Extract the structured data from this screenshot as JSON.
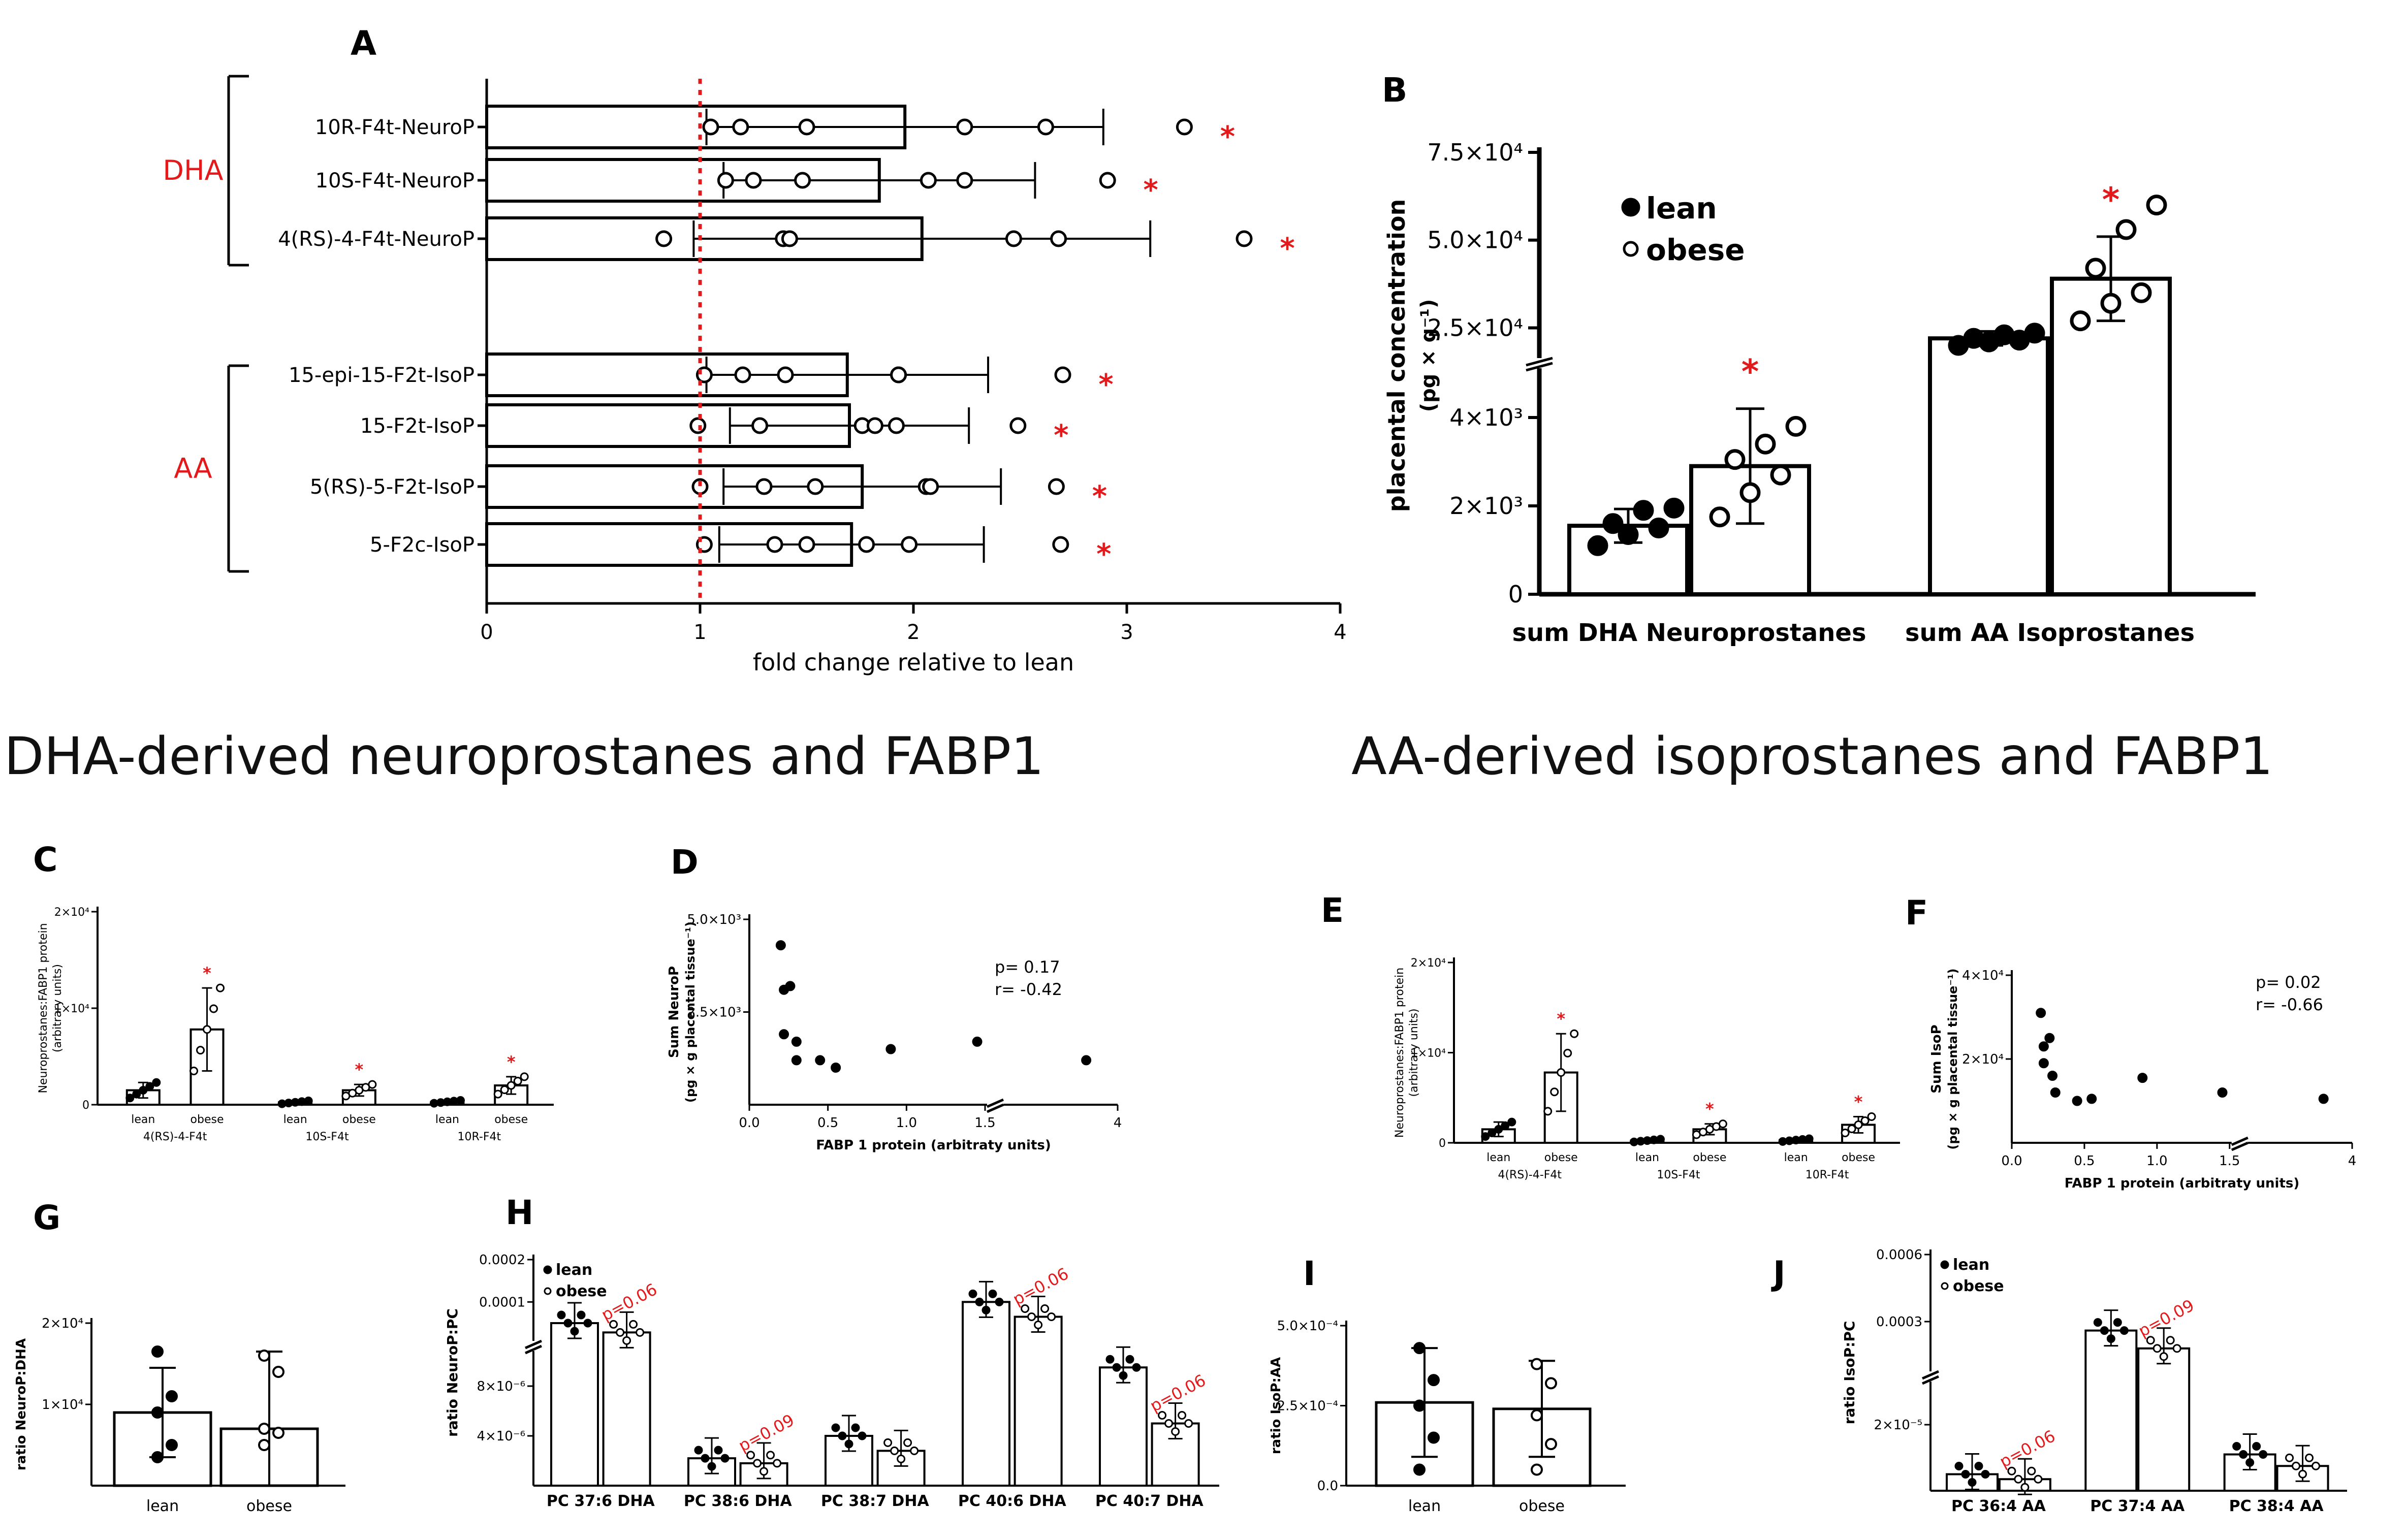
{
  "headings": {
    "dha": "DHA-derived neuroprostanes and FABP1",
    "aa": "AA-derived isoprostanes and FABP1"
  },
  "colors": {
    "significance": "#e31a1c",
    "bar_fill": "#ffffff",
    "ink": "#000000"
  },
  "legend": {
    "lean": "lean",
    "obese": "obese",
    "lean_marker": "filled-circle",
    "obese_marker": "open-circle"
  },
  "chart_data": [
    {
      "panel": "A",
      "type": "bar",
      "orientation": "horizontal",
      "xlabel": "fold change relative to lean",
      "xlim": [
        0,
        4
      ],
      "xticks": [
        "0",
        "1",
        "2",
        "3",
        "4"
      ],
      "reference_line": 1,
      "groups": [
        {
          "label": "DHA",
          "color": "#e31a1c",
          "categories": [
            "10R-F4t-NeuroP",
            "10S-F4t-NeuroP",
            "4(RS)-4-F4t-NeuroP"
          ]
        },
        {
          "label": "AA",
          "color": "#e31a1c",
          "categories": [
            "15-epi-15-F2t-IsoP",
            "15-F2t-IsoP",
            "5(RS)-5-F2t-IsoP",
            "5-F2c-IsoP"
          ]
        }
      ],
      "categories": [
        "10R-F4t-NeuroP",
        "10S-F4t-NeuroP",
        "4(RS)-4-F4t-NeuroP",
        "15-epi-15-F2t-IsoP",
        "15-F2t-IsoP",
        "5(RS)-5-F2t-IsoP",
        "5-F2c-IsoP"
      ],
      "values": [
        1.96,
        1.84,
        2.04,
        1.69,
        1.7,
        1.76,
        1.71
      ],
      "errors": [
        0.93,
        0.73,
        1.07,
        0.66,
        0.56,
        0.65,
        0.62
      ],
      "points": [
        [
          1.05,
          1.19,
          1.5,
          2.24,
          2.62,
          3.27
        ],
        [
          1.12,
          1.25,
          1.48,
          2.07,
          2.24,
          2.91
        ],
        [
          0.83,
          1.39,
          1.42,
          2.47,
          2.68,
          3.55
        ],
        [
          1.02,
          1.2,
          1.4,
          1.93,
          1.93,
          2.7
        ],
        [
          0.99,
          1.28,
          1.76,
          1.82,
          1.92,
          2.49
        ],
        [
          1.0,
          1.3,
          1.54,
          2.06,
          2.08,
          2.67
        ],
        [
          1.02,
          1.35,
          1.5,
          1.78,
          1.98,
          2.69
        ]
      ],
      "significant": [
        true,
        true,
        true,
        true,
        true,
        true,
        true
      ]
    },
    {
      "panel": "B",
      "type": "bar",
      "ylabel": "placental concentration",
      "ylabel_unit": "(pg × g⁻¹)",
      "axis_break": true,
      "yticks_lower": [
        "0",
        "2×10³",
        "4×10³"
      ],
      "yticks_upper": [
        "2.5×10⁴",
        "5.0×10⁴",
        "7.5×10⁴"
      ],
      "categories": [
        "sum DHA Neuroprostanes",
        "sum AA Isoprostanes"
      ],
      "series": [
        {
          "name": "lean",
          "values": [
            1550,
            22000
          ],
          "errors": [
            380,
            2000
          ],
          "points": [
            [
              1100,
              1350,
              1500,
              1600,
              1900,
              1950
            ],
            [
              20000,
              21000,
              21500,
              22000,
              23000,
              23500
            ]
          ]
        },
        {
          "name": "obese",
          "values": [
            2900,
            39000
          ],
          "errors": [
            1300,
            12000
          ],
          "points": [
            [
              1750,
              2300,
              2700,
              3050,
              3400,
              3800
            ],
            [
              27000,
              32000,
              35000,
              42000,
              53000,
              60000
            ]
          ]
        }
      ],
      "significant_obese": [
        true,
        true
      ]
    },
    {
      "panel": "C",
      "type": "bar",
      "ylabel": "Neuroprostanes:FABP1 protein",
      "ylabel_unit": "(arbitrary units)",
      "ylim": [
        0,
        20000
      ],
      "yticks": [
        "0",
        "1×10⁴",
        "2×10⁴"
      ],
      "groups": [
        "4(RS)-4-F4t",
        "10S-F4t",
        "10R-F4t"
      ],
      "group_labels": [
        "lean",
        "obese"
      ],
      "series": [
        {
          "name": "lean",
          "values": [
            1500,
            250,
            300
          ],
          "errors": [
            800,
            150,
            150
          ]
        },
        {
          "name": "obese",
          "values": [
            7800,
            1500,
            2000
          ],
          "errors": [
            4300,
            600,
            900
          ]
        }
      ],
      "significant_obese": [
        true,
        true,
        true
      ]
    },
    {
      "panel": "D",
      "type": "scatter",
      "xlabel": "FABP 1 protein (arbitraty units)",
      "ylabel": "Sum NeuroP",
      "ylabel_unit": "(pg × g placental tissue⁻¹)",
      "xticks": [
        "0.0",
        "0.5",
        "1.0",
        "1.5",
        "4"
      ],
      "yticks": [
        "2.5×10³",
        "5.0×10³"
      ],
      "x_axis_break": true,
      "ylim": [
        0,
        5000
      ],
      "x": [
        0.2,
        0.22,
        0.22,
        0.26,
        0.3,
        0.3,
        0.45,
        0.55,
        0.9,
        1.45,
        3.3
      ],
      "y": [
        4300,
        3100,
        1900,
        3200,
        1700,
        1200,
        1200,
        1000,
        1500,
        1700,
        1200
      ],
      "annotation": {
        "p": "p= 0.17",
        "r": "r= -0.42"
      }
    },
    {
      "panel": "E",
      "type": "bar",
      "ylabel": "Neuroprostanes:FABP1 protein",
      "ylabel_unit": "(arbitrary units)",
      "ylim": [
        0,
        20000
      ],
      "yticks": [
        "0",
        "1×10⁴",
        "2×10⁴"
      ],
      "groups": [
        "4(RS)-4-F4t",
        "10S-F4t",
        "10R-F4t"
      ],
      "group_labels": [
        "lean",
        "obese"
      ],
      "series": [
        {
          "name": "lean",
          "values": [
            1500,
            250,
            300
          ],
          "errors": [
            800,
            150,
            150
          ]
        },
        {
          "name": "obese",
          "values": [
            7800,
            1500,
            2000
          ],
          "errors": [
            4300,
            600,
            900
          ]
        }
      ],
      "significant_obese": [
        true,
        true,
        true
      ]
    },
    {
      "panel": "F",
      "type": "scatter",
      "xlabel": "FABP 1 protein (arbitraty units)",
      "ylabel": "Sum IsoP",
      "ylabel_unit": "(pg × g placental tissue⁻¹)",
      "xticks": [
        "0.0",
        "0.5",
        "1.0",
        "1.5",
        "4"
      ],
      "yticks": [
        "2×10⁴",
        "4×10⁴"
      ],
      "x_axis_break": true,
      "ylim": [
        0,
        40000
      ],
      "x": [
        0.2,
        0.22,
        0.22,
        0.26,
        0.28,
        0.3,
        0.45,
        0.55,
        0.9,
        1.45,
        3.3
      ],
      "y": [
        31000,
        23000,
        19000,
        25000,
        16000,
        12000,
        10000,
        10500,
        15500,
        12000,
        10500
      ],
      "annotation": {
        "p": "p= 0.02",
        "r": "r= -0.66"
      }
    },
    {
      "panel": "G",
      "type": "bar",
      "ylabel": "ratio NeuroP:DHA",
      "ylim": [
        0,
        20000
      ],
      "yticks": [
        "1×10⁴",
        "2×10⁴"
      ],
      "categories": [
        "lean",
        "obese"
      ],
      "values": [
        9000,
        7000
      ],
      "errors": [
        5500,
        9500
      ],
      "points": [
        [
          3500,
          5000,
          9000,
          11000,
          16500
        ],
        [
          5000,
          6500,
          7000,
          14000,
          16000
        ]
      ]
    },
    {
      "panel": "H",
      "type": "bar",
      "ylabel": "ratio NeuroP:PC",
      "axis_break": true,
      "yticks_lower": [
        "4×10⁻⁶",
        "8×10⁻⁶"
      ],
      "yticks_upper": [
        "0.0001",
        "0.0002"
      ],
      "groups": [
        "PC 37:6 DHA",
        "PC 38:6 DHA",
        "PC 38:7 DHA",
        "PC 40:6 DHA",
        "PC 40:7 DHA"
      ],
      "series": [
        {
          "name": "lean",
          "values": [
            5e-05,
            2.2e-06,
            4e-06,
            0.0001,
            9.5e-06
          ]
        },
        {
          "name": "obese",
          "values": [
            2.8e-05,
            1.8e-06,
            2.8e-06,
            6.5e-05,
            5e-06
          ]
        }
      ],
      "annotations": [
        "p=0.06",
        "p=0.09",
        "",
        "p=0.06",
        "p=0.06"
      ]
    },
    {
      "panel": "I",
      "type": "bar",
      "ylabel": "ratio IsoP:AA",
      "ylim": [
        0,
        0.0005
      ],
      "yticks": [
        "0.0",
        "2.5×10⁻⁴",
        "5.0×10⁻⁴"
      ],
      "categories": [
        "lean",
        "obese"
      ],
      "values": [
        0.00026,
        0.00024
      ],
      "errors": [
        0.00017,
        0.00015
      ],
      "points": [
        [
          5e-05,
          0.00015,
          0.00025,
          0.00033,
          0.00043
        ],
        [
          5e-05,
          0.00013,
          0.00022,
          0.00032,
          0.00038
        ]
      ]
    },
    {
      "panel": "J",
      "type": "bar",
      "ylabel": "ratio IsoP:PC",
      "axis_break": true,
      "yticks_lower": [
        "2×10⁻⁵"
      ],
      "yticks_upper": [
        "0.0003",
        "0.0006"
      ],
      "groups": [
        "PC 36:4 AA",
        "PC 37:4 AA",
        "PC 38:4 AA"
      ],
      "series": [
        {
          "name": "lean",
          "values": [
            5e-06,
            0.00026,
            1.1e-05
          ]
        },
        {
          "name": "obese",
          "values": [
            3.5e-06,
            0.00018,
            7.5e-06
          ]
        }
      ],
      "annotations": [
        "p=0.06",
        "p=0.09",
        ""
      ]
    }
  ]
}
